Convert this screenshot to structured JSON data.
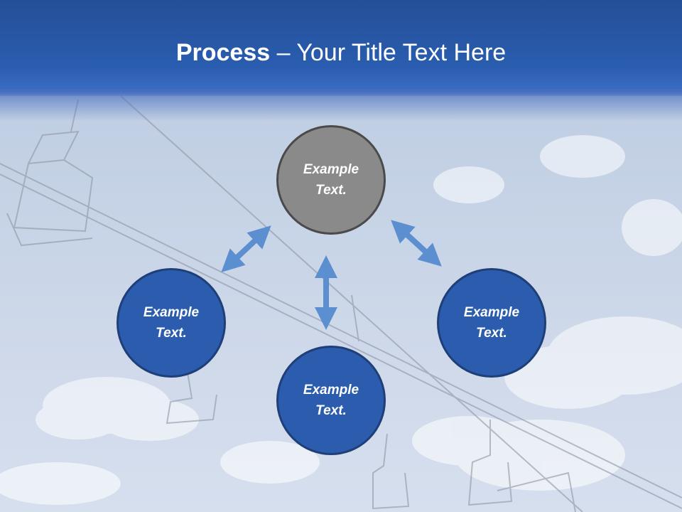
{
  "title": {
    "bold": "Process",
    "rest": " – Your Title Text Here"
  },
  "nodes": {
    "top": {
      "line1": "Example",
      "line2": "Text."
    },
    "left": {
      "line1": "Example",
      "line2": "Text."
    },
    "right": {
      "line1": "Example",
      "line2": "Text."
    },
    "bottom": {
      "line1": "Example",
      "line2": "Text."
    }
  },
  "colors": {
    "header": "#2a5db0",
    "node_blue": "#2b5cae",
    "node_gray": "#8a8a8a",
    "arrow": "#5b8fd0"
  }
}
